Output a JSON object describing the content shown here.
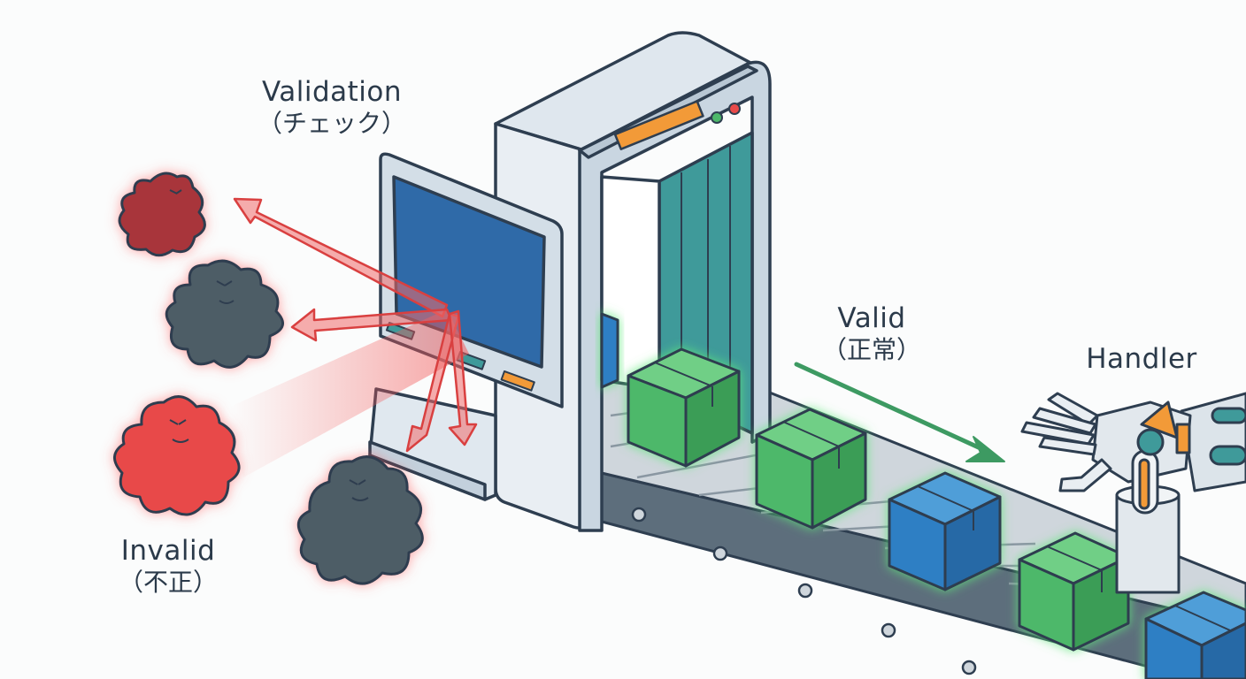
{
  "labels": {
    "validation": {
      "main": "Validation",
      "sub": "（チェック）"
    },
    "valid": {
      "main": "Valid",
      "sub": "（正常）"
    },
    "invalid": {
      "main": "Invalid",
      "sub": "（不正）"
    },
    "handler": {
      "main": "Handler"
    }
  },
  "colors": {
    "outline": "#2e3e50",
    "gate_frame": "#d3dee7",
    "gate_screen": "#2f6aa8",
    "gate_accent": "#f29a38",
    "gate_opening_teal": "#3f9a9a",
    "belt": "#cfd6dc",
    "belt_side": "#5d6e7c",
    "box_green": "#4db86a",
    "box_blue": "#2f7fc4",
    "glow_green": "#5ee87a",
    "invalid_red": "#e84a4a",
    "invalid_dark_red": "#a8343a",
    "invalid_gray": "#4e5d66",
    "reject_arrow": "#f06a6a",
    "valid_arrow": "#3d9a62",
    "robot_teal": "#3f9a9a",
    "robot_orange": "#f29a38"
  },
  "icons": [
    "security-gate-icon",
    "monitor-screen-icon",
    "conveyor-belt-icon",
    "package-box-icon",
    "blob-creature-icon",
    "robot-arm-icon"
  ]
}
